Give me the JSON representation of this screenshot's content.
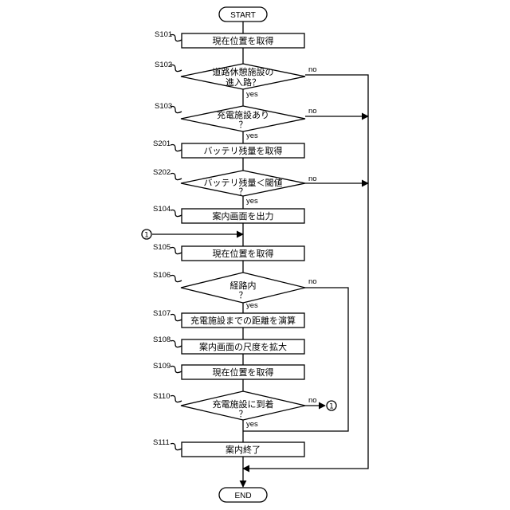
{
  "terminals": {
    "start": "START",
    "end": "END"
  },
  "steps": {
    "s101": {
      "id": "S101",
      "text": "現在位置を取得"
    },
    "s102": {
      "id": "S102",
      "line1": "道路休憩施設の",
      "line2": "進入路？"
    },
    "s103": {
      "id": "S103",
      "line1": "充電施設あり",
      "line2": "？"
    },
    "s201": {
      "id": "S201",
      "text": "バッテリ残量を取得"
    },
    "s202": {
      "id": "S202",
      "line1": "バッテリ残量＜閾値",
      "line2": "？"
    },
    "s104": {
      "id": "S104",
      "text": "案内画面を出力"
    },
    "s105": {
      "id": "S105",
      "text": "現在位置を取得"
    },
    "s106": {
      "id": "S106",
      "line1": "経路内",
      "line2": "？"
    },
    "s107": {
      "id": "S107",
      "text": "充電施設までの距離を演算"
    },
    "s108": {
      "id": "S108",
      "text": "案内画面の尺度を拡大"
    },
    "s109": {
      "id": "S109",
      "text": "現在位置を取得"
    },
    "s110": {
      "id": "S110",
      "line1": "充電施設に到着",
      "line2": "？"
    },
    "s111": {
      "id": "S111",
      "text": "案内終了"
    }
  },
  "branch_labels": {
    "yes": "yes",
    "no": "no"
  },
  "connector": "1"
}
